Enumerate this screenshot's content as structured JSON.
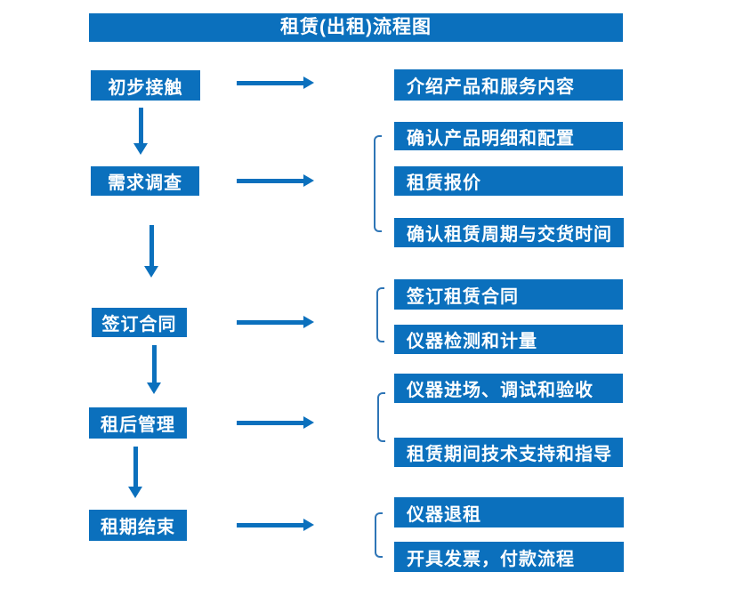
{
  "title": "租赁(出租)流程图",
  "colors": {
    "box_blue": "#0b70bd",
    "bracket_blue": "#2e75b6",
    "text_white": "#ffffff",
    "background": "#ffffff"
  },
  "icons": {
    "right_arrow": "→",
    "down_arrow": "↓",
    "group_bracket": "["
  },
  "flow": {
    "steps": [
      {
        "label": "初步接触",
        "details": [
          "介绍产品和服务内容"
        ]
      },
      {
        "label": "需求调查",
        "details": [
          "确认产品明细和配置",
          "租赁报价",
          "确认租赁周期与交货时间"
        ]
      },
      {
        "label": "签订合同",
        "details": [
          "签订租赁合同",
          "仪器检测和计量"
        ]
      },
      {
        "label": "租后管理",
        "details": [
          "仪器进场、调试和验收",
          "租赁期间技术支持和指导"
        ]
      },
      {
        "label": "租期结束",
        "details": [
          "仪器退租",
          "开具发票，付款流程"
        ]
      }
    ]
  }
}
